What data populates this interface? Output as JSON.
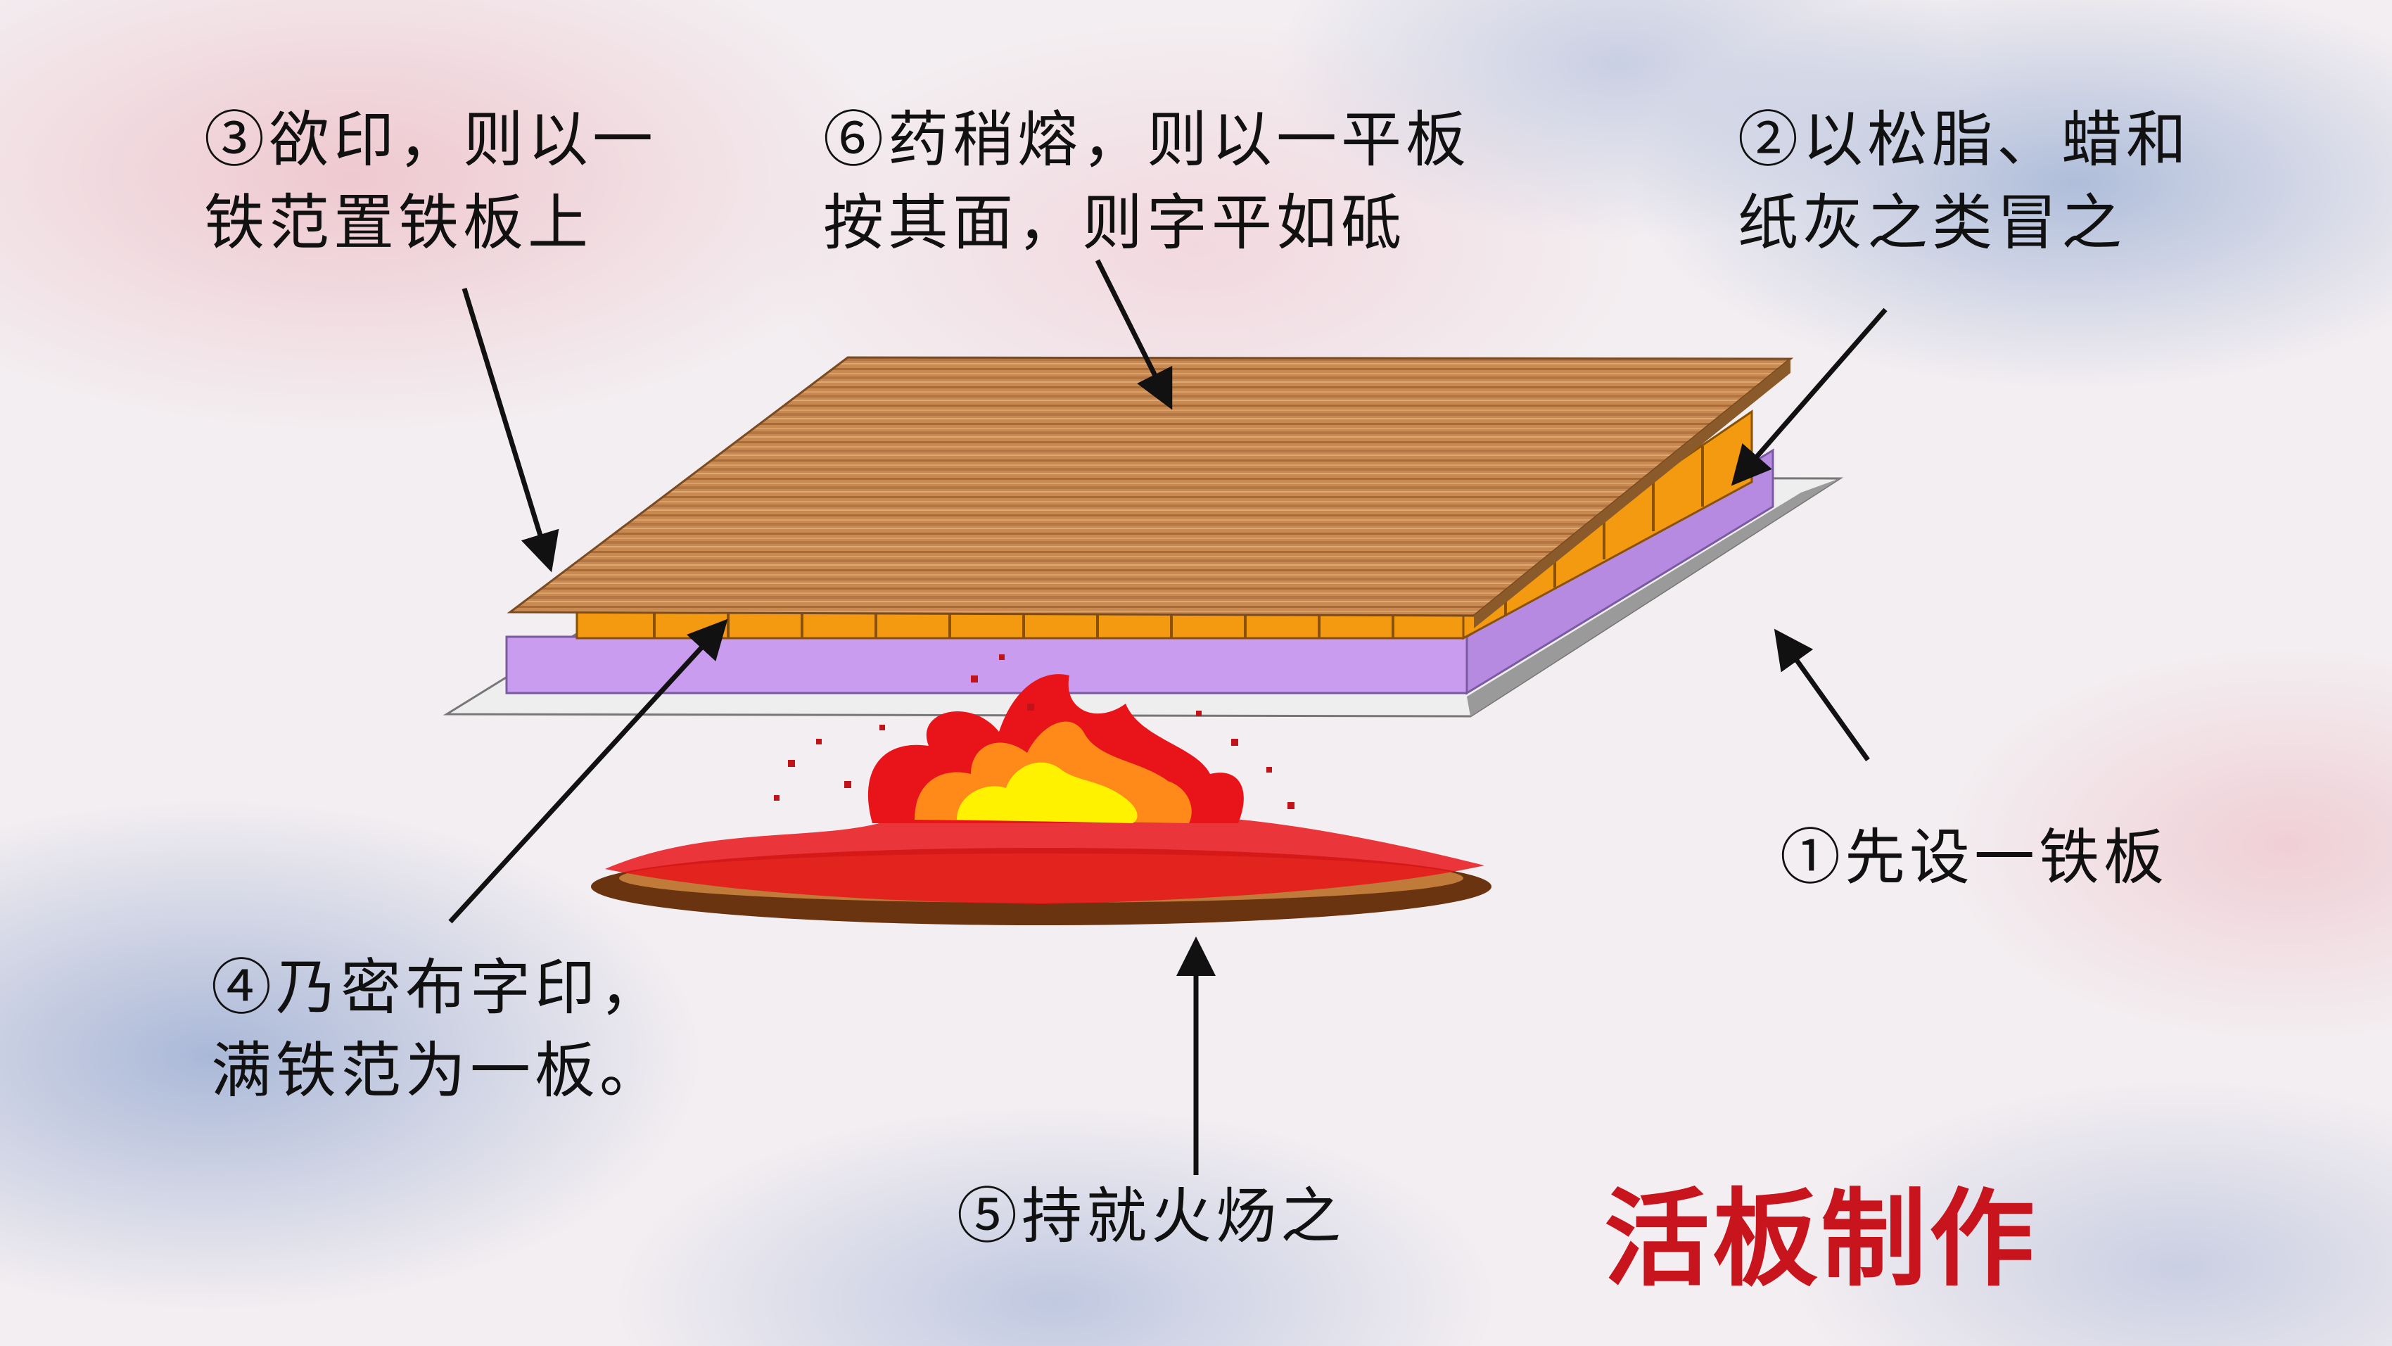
{
  "title": "活板制作",
  "labels": {
    "step1": "①先设一铁板",
    "step2": "②以松脂、蜡和\n纸灰之类冒之",
    "step3": "③欲印，则以一\n铁范置铁板上",
    "step4": "④乃密布字印，\n满铁范为一板。",
    "step5": "⑤持就火炀之",
    "step6": "⑥药稍熔，则以一平板\n按其面，则字平如砥"
  },
  "colors": {
    "title": "#c8141c",
    "wood": "#c9874f",
    "type_blocks": "#f39a10",
    "wax_layer": "#c99cf0",
    "iron_plate": "#eeeeee",
    "flame_outer": "#e8141a",
    "flame_inner": "#fff200"
  },
  "icons": [
    "arrow-icon",
    "fire-icon"
  ]
}
